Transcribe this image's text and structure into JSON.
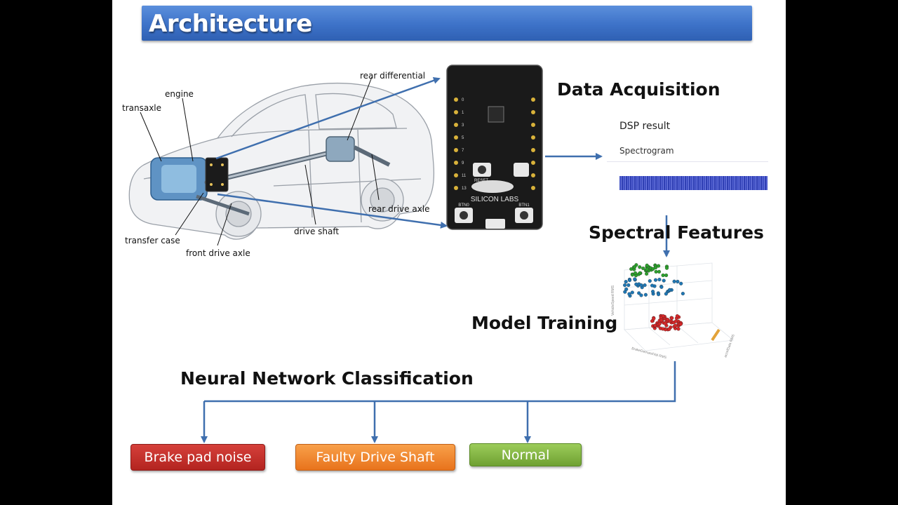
{
  "title": "Architecture",
  "colors": {
    "title_bar": "#3d72c8",
    "arrow": "#3f6fae",
    "brake": "#c0302b",
    "shaft": "#f08a30",
    "normal": "#86b844"
  },
  "car": {
    "labels": {
      "transaxle": "transaxle",
      "engine": "engine",
      "rear_differential": "rear differential",
      "rear_drive_axle": "rear drive axle",
      "drive_shaft": "drive shaft",
      "transfer_case": "transfer case",
      "front_drive_axle": "front drive axle"
    }
  },
  "board": {
    "brand": "SILICON LABS",
    "reset_label": "RESET",
    "btn0_label": "BTN0",
    "btn1_label": "BTN1"
  },
  "steps": {
    "data_acquisition": "Data Acquisition",
    "spectral_features": "Spectral  Features",
    "model_training": "Model Training",
    "classification": "Neural Network Classification"
  },
  "dsp": {
    "result_label": "DSP result",
    "spectrogram_label": "Spectrogram"
  },
  "scatter": {
    "y_axis": "VehicleSpeed RMS",
    "x_axis": "BrakeDemandVal RMS",
    "z_axis": "accelData RMS",
    "series_colors": [
      "#2ca02c",
      "#1f77b4",
      "#d62728"
    ]
  },
  "classes": {
    "brake": "Brake pad noise",
    "shaft": "Faulty Drive Shaft",
    "normal": "Normal"
  }
}
